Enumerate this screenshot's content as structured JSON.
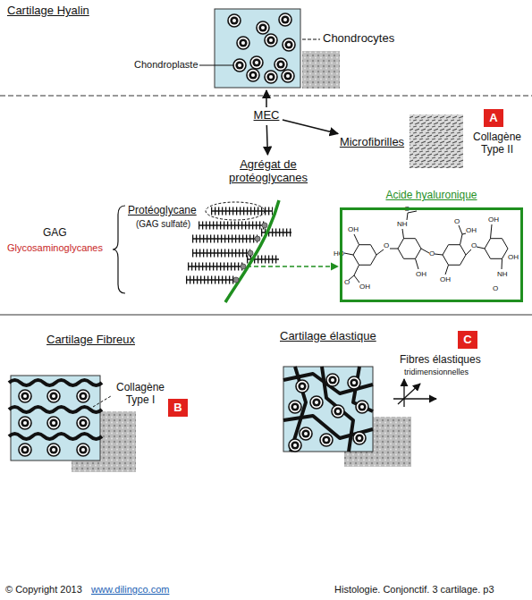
{
  "diagram": {
    "nodes": [
      {
        "text": [
          "MEC"
        ]
      },
      {
        "text": [
          "Microfibrilles"
        ]
      },
      {
        "text": [
          "Agrégat de protéoglycanes"
        ]
      },
      {
        "text": [
          "A"
        ]
      },
      {
        "text": [
          "Acide hyaluronique"
        ]
      },
      {
        "text": [
          "B"
        ]
      },
      {
        "text": [
          "C"
        ]
      }
    ],
    "edges": [
      {
        "from": 0,
        "to": 1,
        "arrow": "to"
      },
      {
        "from": 0,
        "to": 2,
        "arrow": "to"
      }
    ],
    "labels": [
      "Cartilage Hyalin",
      "Chondrocytes",
      "Chondroplaste",
      "Collagène Type II",
      "Protéoglycane",
      "(GAG sulfaté)",
      "GAG",
      "Glycosaminoglycanes",
      "Cartilage Fibreux",
      "Collagène Type I",
      "Cartilage élastique",
      "Fibres élastiques",
      "tridimensionnelles",
      "© Copyright 2013",
      "www.dilingco.com",
      "Histologie. Conjonctif. 3 cartilage. p3",
      "HO",
      "OH",
      "O",
      "OH",
      "O",
      "NH",
      "O",
      "OH",
      "O",
      "O",
      "OH",
      "OH",
      "O",
      "OH",
      "NH",
      "O",
      "OH"
    ]
  }
}
